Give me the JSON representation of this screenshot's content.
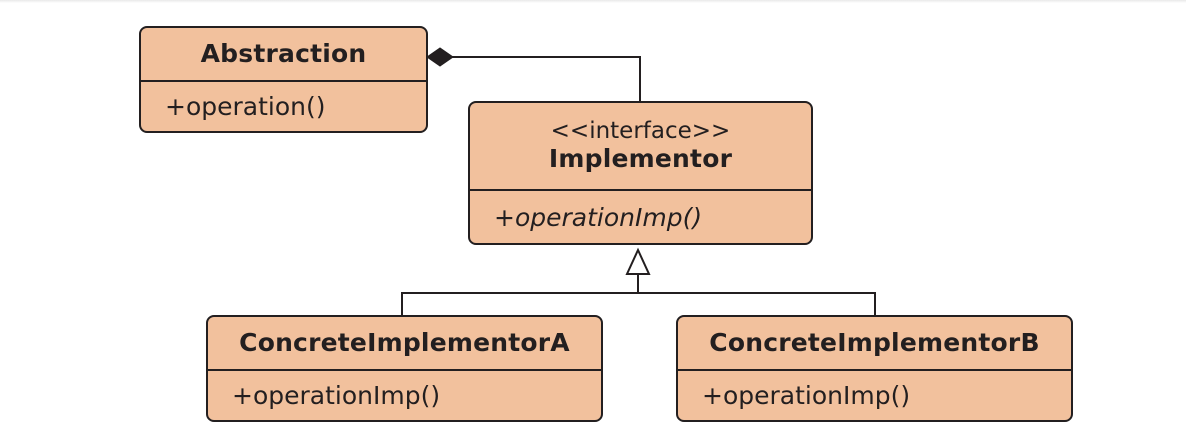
{
  "classes": {
    "abstraction": {
      "name": "Abstraction",
      "operation": "+operation()"
    },
    "implementor": {
      "stereotype": "<<interface>>",
      "name": "Implementor",
      "operation": "+operationImp()"
    },
    "concrete_a": {
      "name": "ConcreteImplementorA",
      "operation": "+operationImp()"
    },
    "concrete_b": {
      "name": "ConcreteImplementorB",
      "operation": "+operationImp()"
    }
  },
  "relations": [
    {
      "type": "composition",
      "from": "Abstraction",
      "to": "Implementor"
    },
    {
      "type": "realization",
      "from": "ConcreteImplementorA",
      "to": "Implementor"
    },
    {
      "type": "realization",
      "from": "ConcreteImplementorB",
      "to": "Implementor"
    }
  ],
  "colors": {
    "box_fill": "#f2c19d",
    "stroke": "#231f20",
    "background": "#ffffff"
  }
}
